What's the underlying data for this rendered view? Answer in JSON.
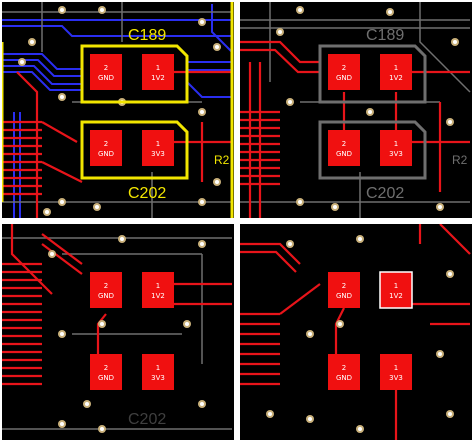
{
  "colors": {
    "background": "#000000",
    "copper_red": "#e8141a",
    "pad_red": "#f01010",
    "trace_blue": "#2a2ef0",
    "trace_gray": "#6f6f6f",
    "silk_yellow": "#f2e600",
    "via_ring": "#c9b07a",
    "via_hole": "#ffffff",
    "highlight_white": "#ffffff"
  },
  "panels": [
    {
      "name": "panel-1",
      "components": [
        {
          "designator": "C189"
        },
        {
          "designator": "C202"
        },
        {
          "designator": "R2"
        }
      ],
      "pads": [
        {
          "num": "2",
          "net": "GND"
        },
        {
          "num": "1",
          "net": "1V2"
        },
        {
          "num": "2",
          "net": "GND"
        },
        {
          "num": "1",
          "net": "3V3"
        }
      ]
    },
    {
      "name": "panel-2",
      "components": [
        {
          "designator": "C189"
        },
        {
          "designator": "C202"
        },
        {
          "designator": "R2"
        }
      ],
      "pads": [
        {
          "num": "2",
          "net": "GND"
        },
        {
          "num": "1",
          "net": "1V2"
        },
        {
          "num": "2",
          "net": "GND"
        },
        {
          "num": "1",
          "net": "3V3"
        }
      ]
    },
    {
      "name": "panel-3",
      "components": [
        {
          "designator": "C202"
        }
      ],
      "pads": [
        {
          "num": "2",
          "net": "GND"
        },
        {
          "num": "1",
          "net": "1V2"
        },
        {
          "num": "2",
          "net": "GND"
        },
        {
          "num": "1",
          "net": "3V3"
        }
      ]
    },
    {
      "name": "panel-4",
      "pads": [
        {
          "num": "2",
          "net": "GND"
        },
        {
          "num": "1",
          "net": "1V2"
        },
        {
          "num": "2",
          "net": "GND"
        },
        {
          "num": "1",
          "net": "3V3"
        }
      ]
    }
  ]
}
